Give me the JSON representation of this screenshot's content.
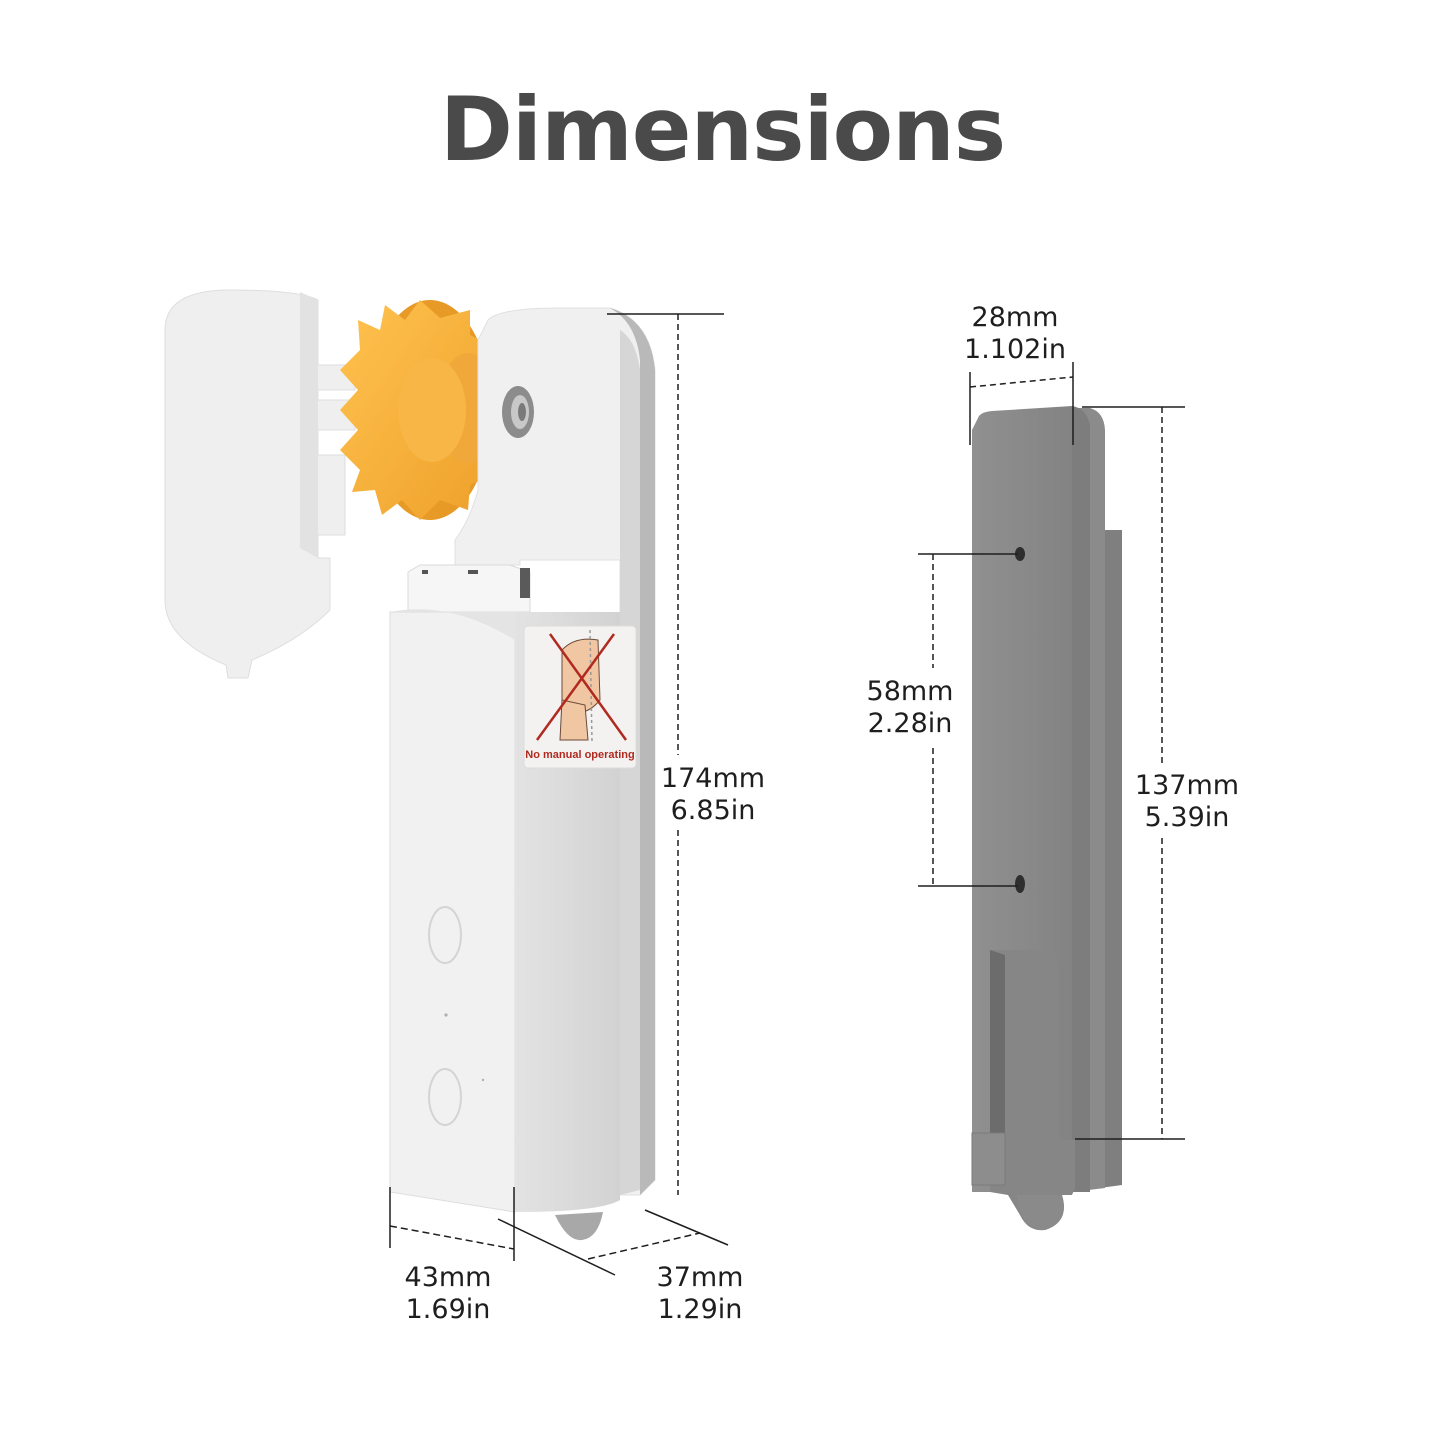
{
  "title": "Dimensions",
  "colors": {
    "title": "#4a4a4a",
    "motor_body": "#ececec",
    "motor_shadow": "#cfcfcf",
    "gear": "#f5ab32",
    "bracket": "#8a8a8a",
    "dimension_line": "#1e1e1e",
    "warning_red": "#b02a20"
  },
  "motor": {
    "warning_label": "No manual operating",
    "height": {
      "mm": "174mm",
      "in": "6.85in"
    },
    "width": {
      "mm": "43mm",
      "in": "1.69in"
    },
    "depth": {
      "mm": "37mm",
      "in": "1.29in"
    }
  },
  "bracket": {
    "width": {
      "mm": "28mm",
      "in": "1.102in"
    },
    "hole_spacing": {
      "mm": "58mm",
      "in": "2.28in"
    },
    "height": {
      "mm": "137mm",
      "in": "5.39in"
    }
  }
}
